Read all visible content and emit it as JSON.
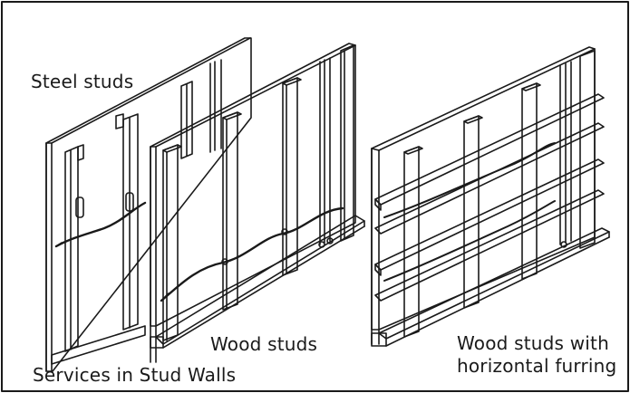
{
  "labels": {
    "steel_studs": "Steel studs",
    "wood_studs": "Wood studs",
    "wood_studs_furring_line1": "Wood studs with",
    "wood_studs_furring_line2": "horizontal furring",
    "caption": "Services in Stud Walls"
  },
  "colors": {
    "ink": "#1a1a1a",
    "background": "#ffffff"
  }
}
